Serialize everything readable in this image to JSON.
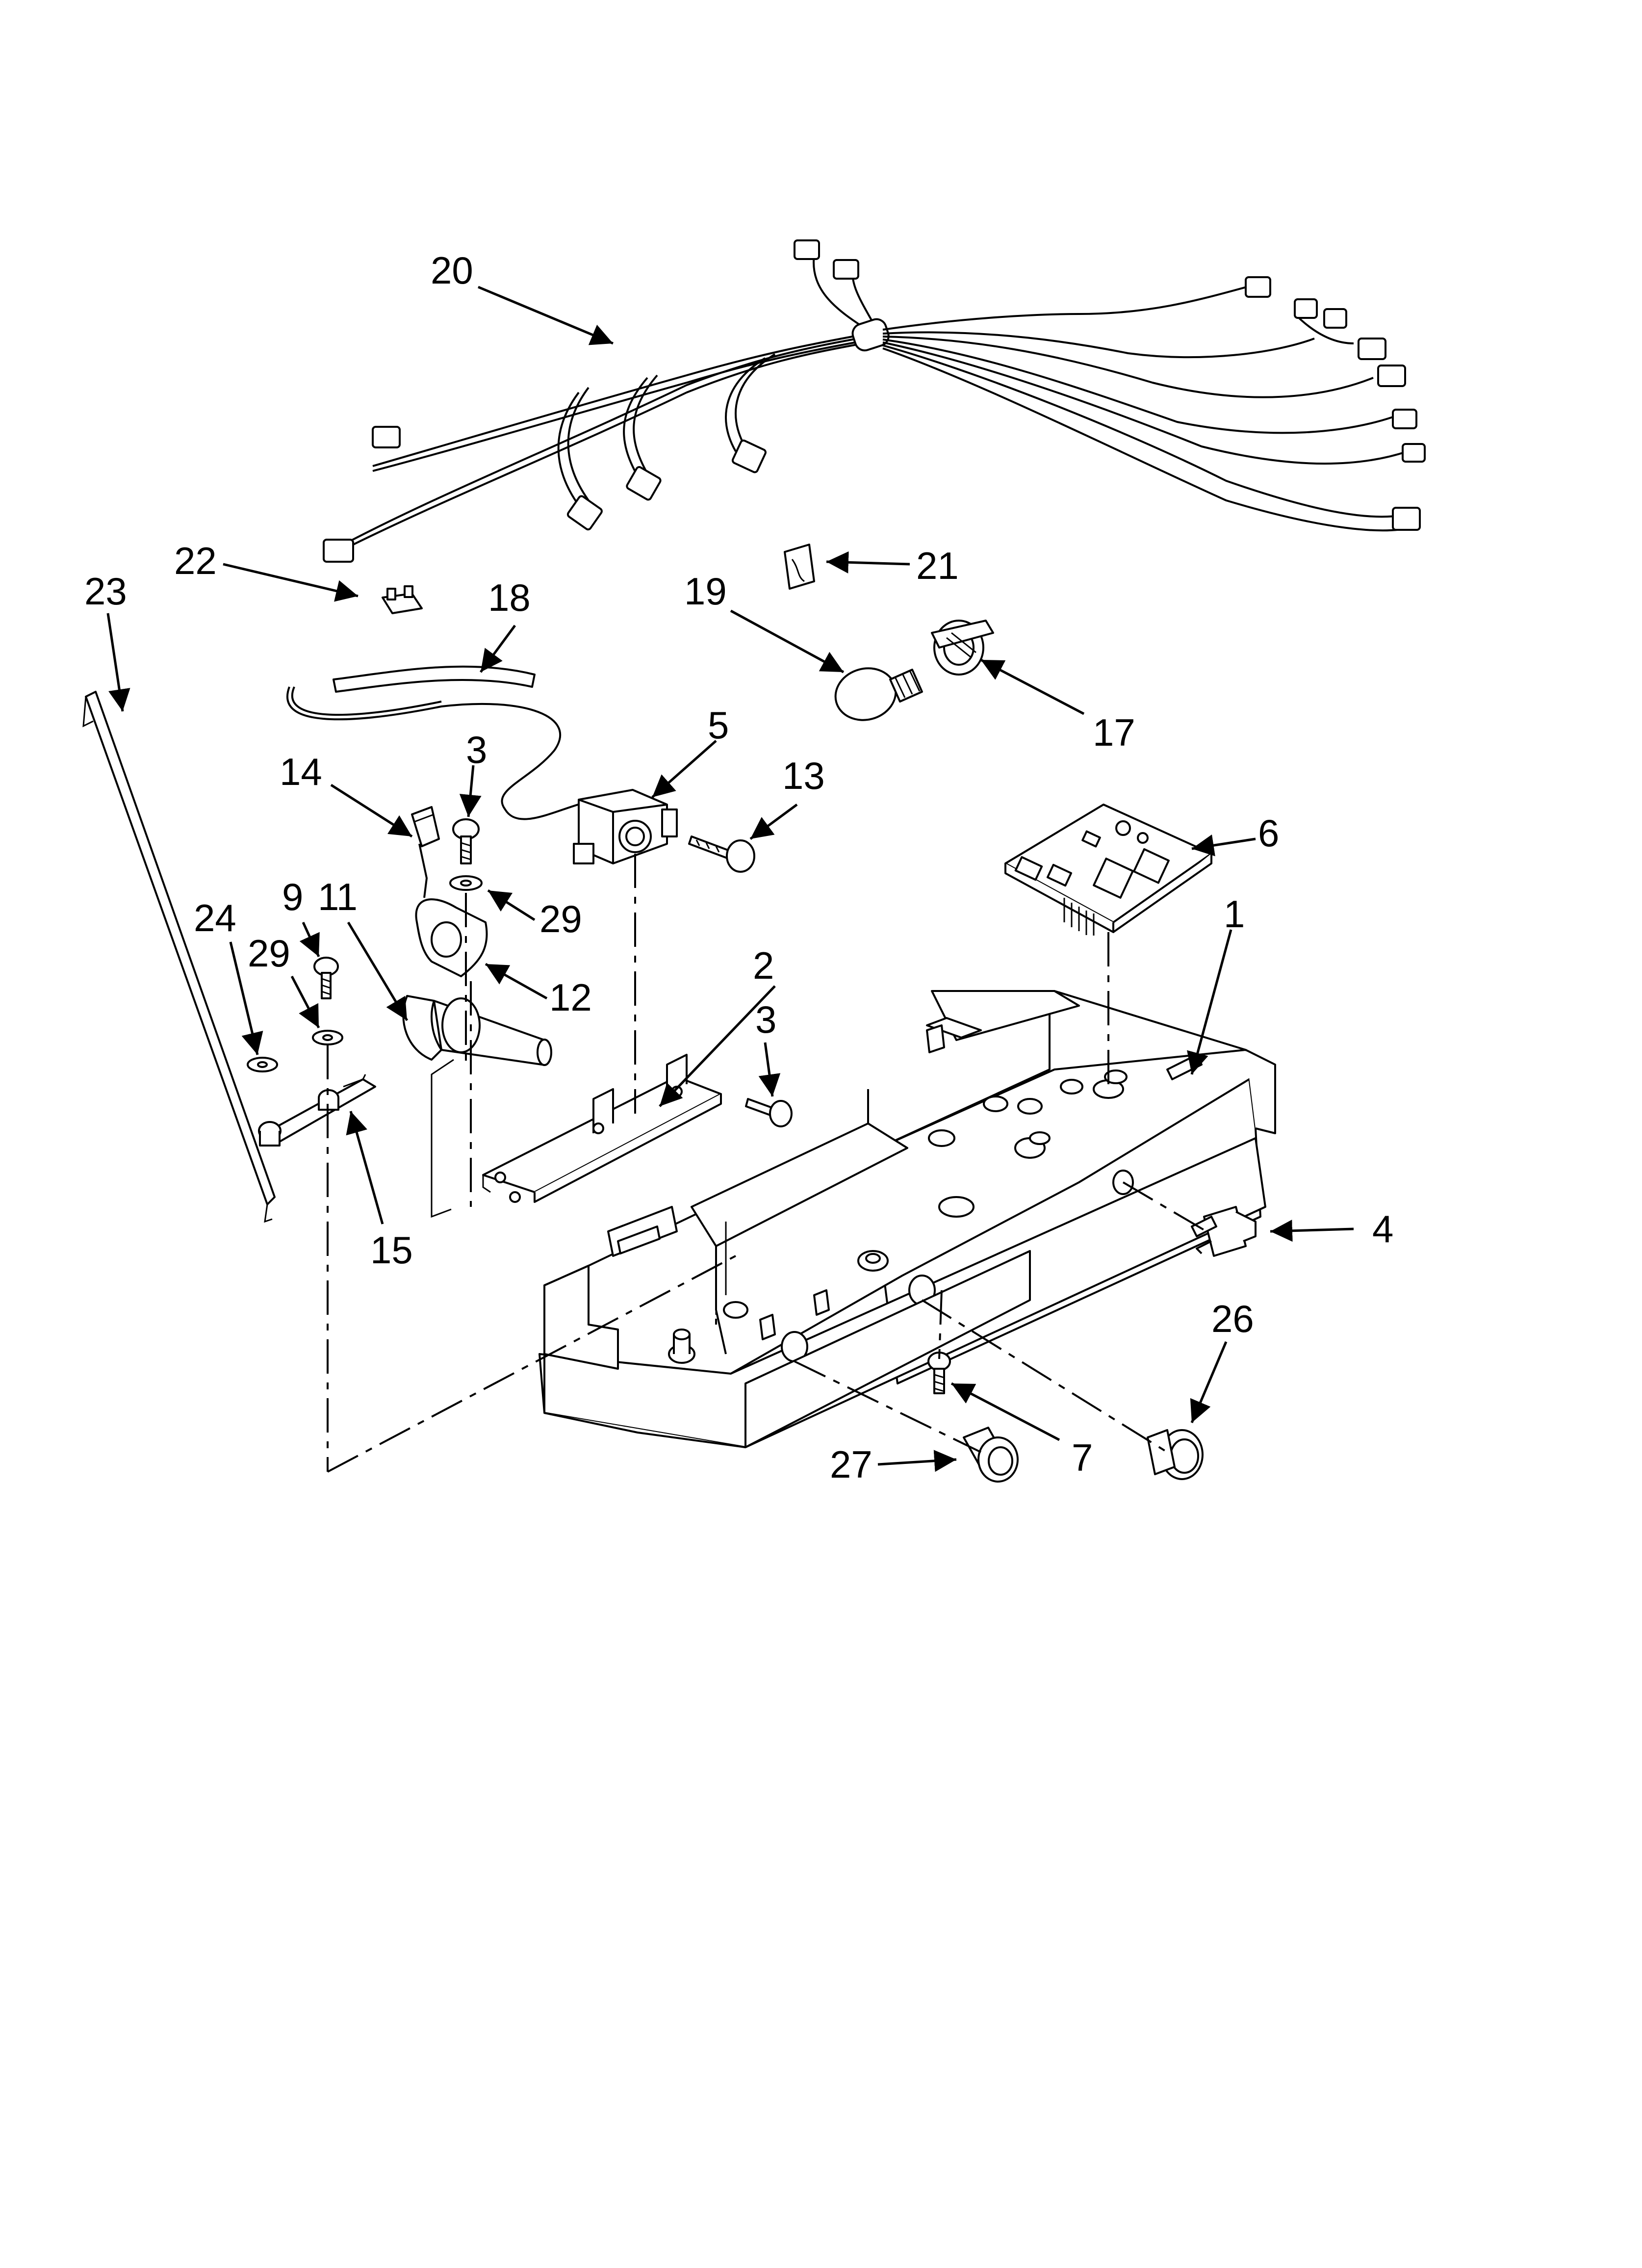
{
  "diagram": {
    "callouts": [
      {
        "id": "c20",
        "text": "20"
      },
      {
        "id": "c22",
        "text": "22"
      },
      {
        "id": "c23",
        "text": "23"
      },
      {
        "id": "c18",
        "text": "18"
      },
      {
        "id": "c19",
        "text": "19"
      },
      {
        "id": "c21",
        "text": "21"
      },
      {
        "id": "c17",
        "text": "17"
      },
      {
        "id": "c5",
        "text": "5"
      },
      {
        "id": "c13",
        "text": "13"
      },
      {
        "id": "c6",
        "text": "6"
      },
      {
        "id": "c14",
        "text": "14"
      },
      {
        "id": "c3a",
        "text": "3"
      },
      {
        "id": "c29a",
        "text": "29"
      },
      {
        "id": "c12",
        "text": "12"
      },
      {
        "id": "c9",
        "text": "9"
      },
      {
        "id": "c11",
        "text": "11"
      },
      {
        "id": "c29b",
        "text": "29"
      },
      {
        "id": "c24",
        "text": "24"
      },
      {
        "id": "c2",
        "text": "2"
      },
      {
        "id": "c3b",
        "text": "3"
      },
      {
        "id": "c1",
        "text": "1"
      },
      {
        "id": "c15",
        "text": "15"
      },
      {
        "id": "c4",
        "text": "4"
      },
      {
        "id": "c26",
        "text": "26"
      },
      {
        "id": "c27",
        "text": "27"
      },
      {
        "id": "c7",
        "text": "7"
      }
    ]
  }
}
